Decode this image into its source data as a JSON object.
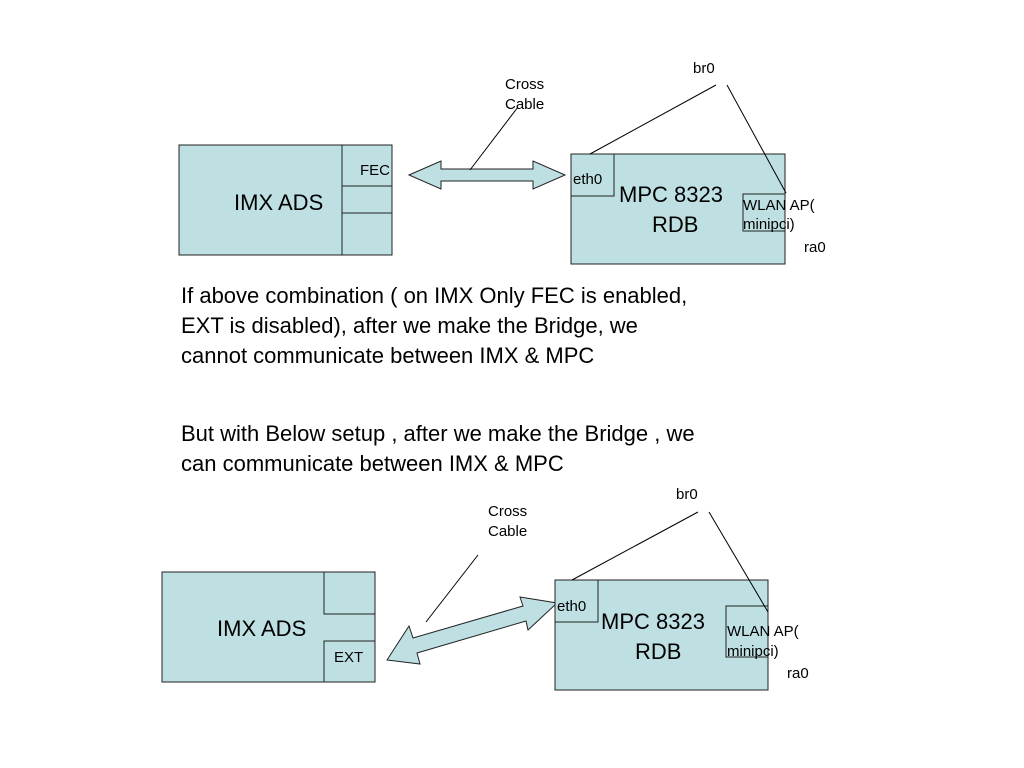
{
  "top_setup": {
    "board_left": "IMX ADS",
    "port_left": "FEC",
    "cable_label_line1": "Cross",
    "cable_label_line2": "Cable",
    "bridge_label": "br0",
    "port_right": "eth0",
    "board_right_line1": "MPC 8323",
    "board_right_line2": "RDB",
    "wlan_line1": "WLAN AP(",
    "wlan_line2": "minipci)",
    "wlan_iface": "ra0"
  },
  "paragraph_1": "If above combination ( on IMX Only FEC is enabled, EXT is disabled), after we make the Bridge, we cannot communicate between IMX & MPC",
  "paragraph_2": "But with Below setup , after we make the Bridge , we can communicate between IMX & MPC",
  "bottom_setup": {
    "board_left": "IMX ADS",
    "port_left": "EXT",
    "cable_label_line1": "Cross",
    "cable_label_line2": "Cable",
    "bridge_label": "br0",
    "port_right": "eth0",
    "board_right_line1": "MPC 8323",
    "board_right_line2": "RDB",
    "wlan_line1": "WLAN AP(",
    "wlan_line2": "minipci)",
    "wlan_iface": "ra0"
  }
}
